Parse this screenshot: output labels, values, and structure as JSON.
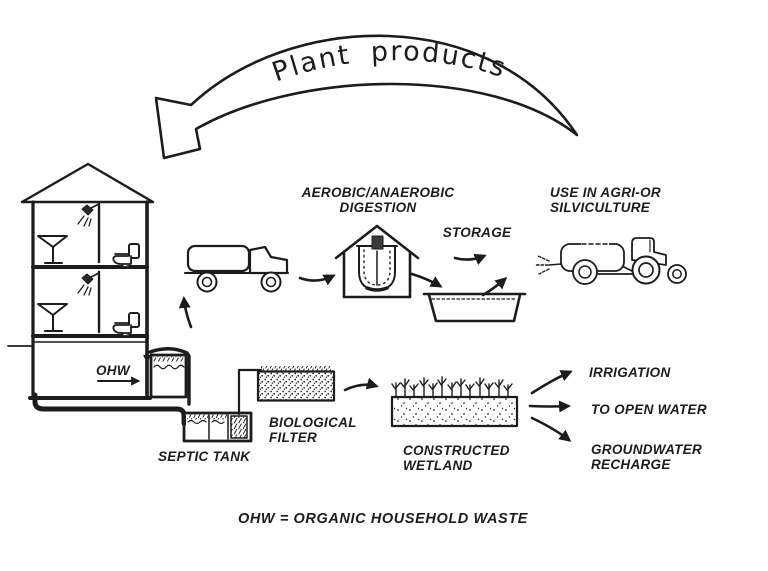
{
  "colors": {
    "ink": "#1c1c1c",
    "background": "#ffffff"
  },
  "banner": {
    "label": "Plant products"
  },
  "house": {
    "ohw_label": "OHW"
  },
  "septic": {
    "label": "SEPTIC TANK"
  },
  "filter": {
    "label_line1": "BIOLOGICAL",
    "label_line2": "FILTER"
  },
  "wetland": {
    "label_line1": "CONSTRUCTED",
    "label_line2": "WETLAND"
  },
  "digestion": {
    "label_line1": "AEROBIC/ANAEROBIC",
    "label_line2": "DIGESTION"
  },
  "storage": {
    "label": "STORAGE"
  },
  "use": {
    "label_line1": "USE IN AGRI-OR",
    "label_line2": "SILVICULTURE"
  },
  "outputs": {
    "irrigation": "IRRIGATION",
    "open_water": "TO OPEN WATER",
    "groundwater_line1": "GROUNDWATER",
    "groundwater_line2": "RECHARGE"
  },
  "legend": {
    "text": "OHW = ORGANIC HOUSEHOLD WASTE"
  }
}
